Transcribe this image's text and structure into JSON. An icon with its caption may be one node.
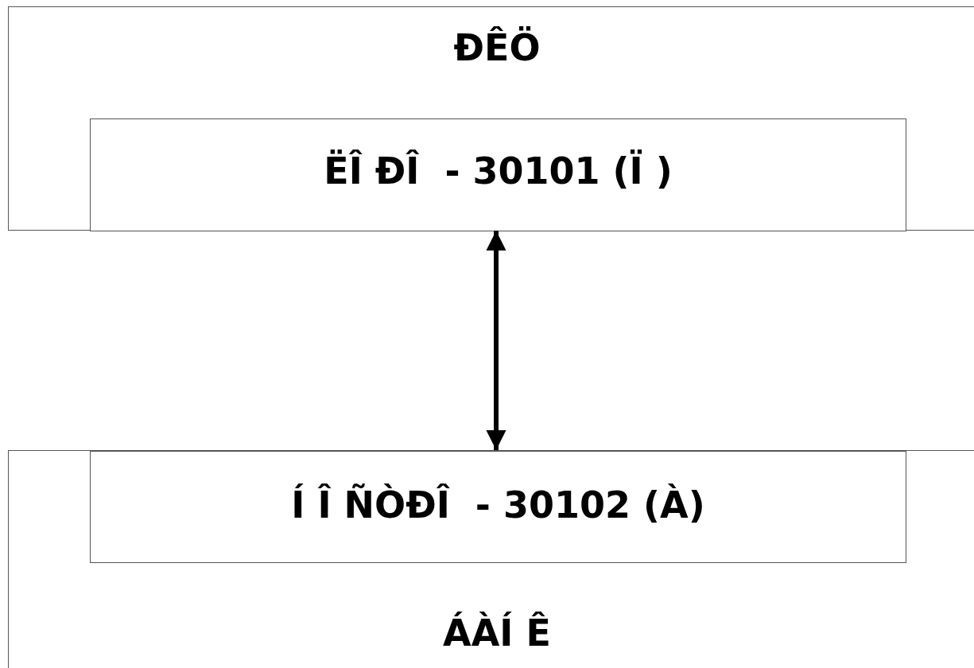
{
  "diagram": {
    "nodes": [
      {
        "text": [
          "ĐÊÖ"
        ]
      },
      {
        "text": [
          "ËÎ ĐÎ  - 30101 (Ï )"
        ],
        "in": 0
      },
      {
        "text": [
          "ÁÀÍ Ê"
        ]
      },
      {
        "text": [
          "Í Î ÑÒĐÎ  - 30102 (À)"
        ],
        "in": 2
      }
    ],
    "edges": [
      {
        "from": 1,
        "to": 3,
        "arrow": "both"
      }
    ]
  }
}
